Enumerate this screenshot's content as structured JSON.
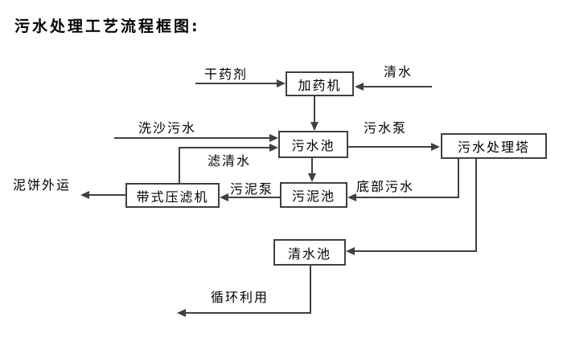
{
  "title": "污水处理工艺流程框图:",
  "nodes": {
    "dosing_machine": "加药机",
    "sewage_pool": "污水池",
    "treatment_tower": "污水处理塔",
    "belt_filter_press": "带式压滤机",
    "sludge_pool": "污泥池",
    "clean_water_pool": "清水池"
  },
  "flow_labels": {
    "dry_agent": "干药剂",
    "clean_water": "清水",
    "sand_washing_sewage": "洗沙污水",
    "filtered_clean_water": "滤清水",
    "sewage_pump": "污水泵",
    "sludge_pump": "污泥泵",
    "mud_cake_outbound": "泥饼外运",
    "bottom_sewage": "底部污水",
    "recycling_use": "循环利用"
  },
  "colors": {
    "line": "#404040",
    "text": "#000000",
    "background": "#ffffff"
  }
}
